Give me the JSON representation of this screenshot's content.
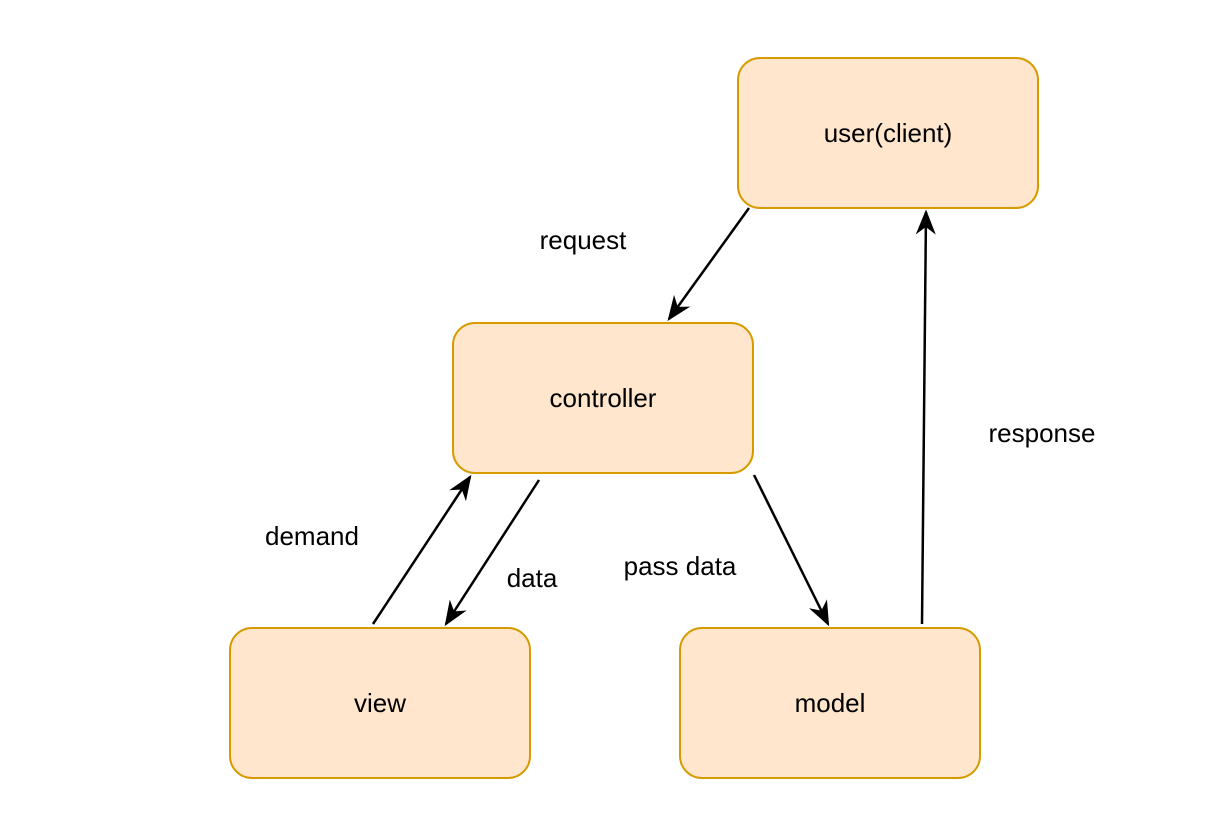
{
  "nodes": {
    "user": "user(client)",
    "controller": "controller",
    "view": "view",
    "model": "model"
  },
  "edges": {
    "request": "request",
    "response": "response",
    "demand": "demand",
    "data": "data",
    "pass_data": "pass data"
  },
  "colors": {
    "node_fill": "#ffe6cc",
    "node_stroke": "#d79b00",
    "edge": "#000000"
  }
}
